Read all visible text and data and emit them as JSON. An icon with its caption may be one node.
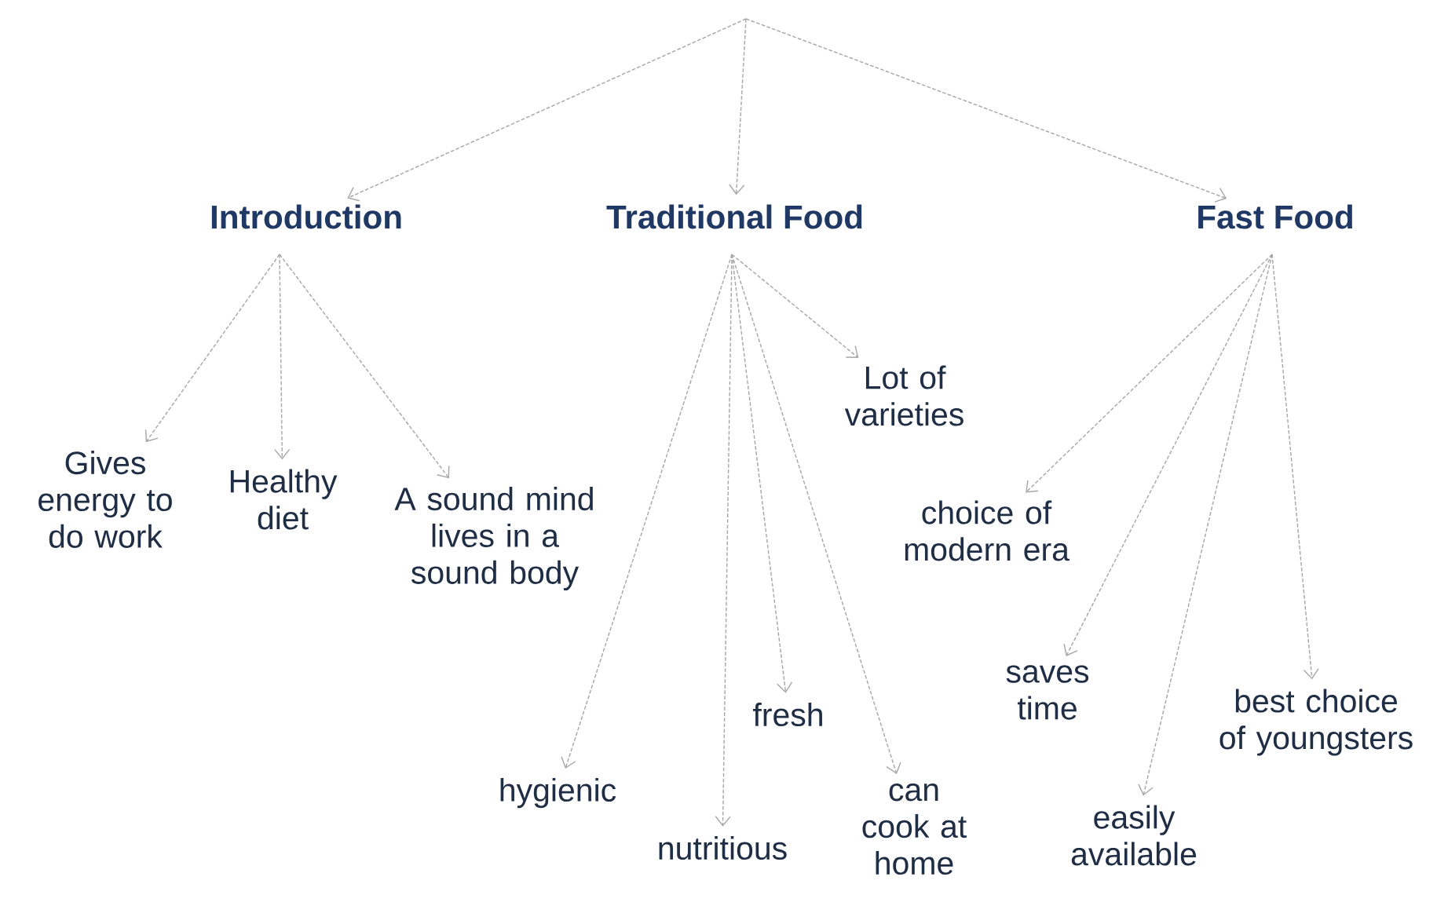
{
  "diagram": {
    "nodes": [
      {
        "text": [
          "Introduction"
        ]
      },
      {
        "text": [
          "Traditional Food"
        ]
      },
      {
        "text": [
          "Fast Food"
        ]
      },
      {
        "text": [
          "Gives energy to do work"
        ]
      },
      {
        "text": [
          "Healthy diet"
        ]
      },
      {
        "text": [
          "A sound mind lives in a sound body"
        ]
      },
      {
        "text": [
          "hygienic"
        ]
      },
      {
        "text": [
          "nutritious"
        ]
      },
      {
        "text": [
          "fresh"
        ]
      },
      {
        "text": [
          "can cook at home"
        ]
      },
      {
        "text": [
          "Lot of varieties"
        ]
      },
      {
        "text": [
          "choice of modern era"
        ]
      },
      {
        "text": [
          "saves time"
        ]
      },
      {
        "text": [
          "easily available"
        ]
      },
      {
        "text": [
          "best choice of youngsters"
        ]
      }
    ],
    "edges": [
      {
        "from": null,
        "to": 0,
        "arrow": "to"
      },
      {
        "from": null,
        "to": 1,
        "arrow": "to"
      },
      {
        "from": null,
        "to": 2,
        "arrow": "to"
      },
      {
        "from": 0,
        "to": 3,
        "arrow": "to"
      },
      {
        "from": 0,
        "to": 4,
        "arrow": "to"
      },
      {
        "from": 0,
        "to": 5,
        "arrow": "to"
      },
      {
        "from": 1,
        "to": 6,
        "arrow": "to"
      },
      {
        "from": 1,
        "to": 7,
        "arrow": "to"
      },
      {
        "from": 1,
        "to": 8,
        "arrow": "to"
      },
      {
        "from": 1,
        "to": 9,
        "arrow": "to"
      },
      {
        "from": 1,
        "to": 10,
        "arrow": "to"
      },
      {
        "from": 2,
        "to": 11,
        "arrow": "to"
      },
      {
        "from": 2,
        "to": 12,
        "arrow": "to"
      },
      {
        "from": 2,
        "to": 13,
        "arrow": "to"
      },
      {
        "from": 2,
        "to": 14,
        "arrow": "to"
      }
    ]
  }
}
